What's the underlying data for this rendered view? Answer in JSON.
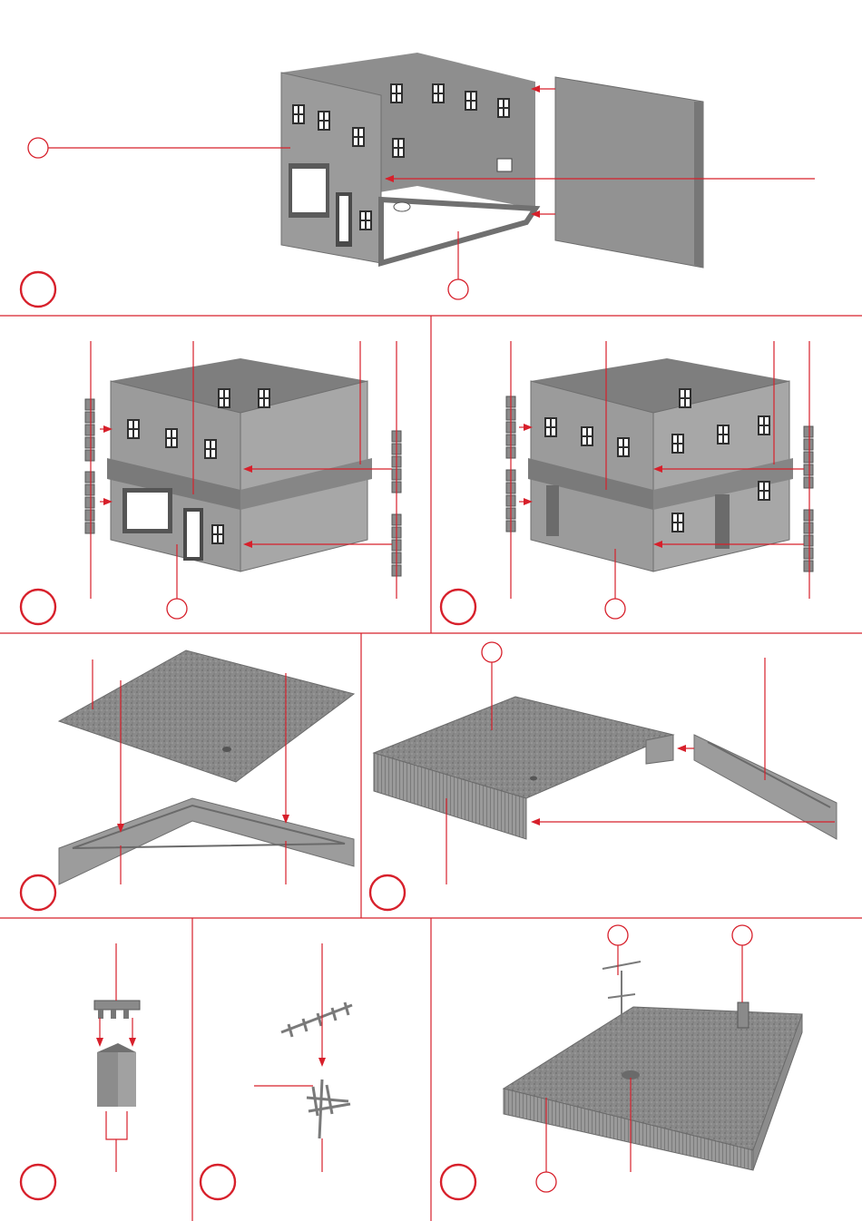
{
  "document": {
    "title": "",
    "colors": {
      "accent_red": "#d7202b",
      "part_gray": "#8f8f8f",
      "part_dark": "#6e6e6e",
      "part_light": "#b4b4b4",
      "window_dark": "#3c3c3c"
    },
    "panels": [
      {
        "id": "step-1",
        "step_number": "",
        "callouts": [
          "",
          "",
          "",
          ""
        ]
      },
      {
        "id": "step-2a",
        "step_number": "",
        "callouts": [
          ""
        ]
      },
      {
        "id": "step-2b",
        "step_number": "",
        "callouts": [
          ""
        ]
      },
      {
        "id": "step-3a",
        "step_number": "",
        "callouts": []
      },
      {
        "id": "step-3b",
        "step_number": "",
        "callouts": [
          ""
        ]
      },
      {
        "id": "step-4a",
        "step_number": "",
        "callouts": []
      },
      {
        "id": "step-4b",
        "step_number": "",
        "callouts": []
      },
      {
        "id": "step-4c",
        "step_number": "",
        "callouts": [
          "",
          "",
          ""
        ]
      }
    ]
  }
}
